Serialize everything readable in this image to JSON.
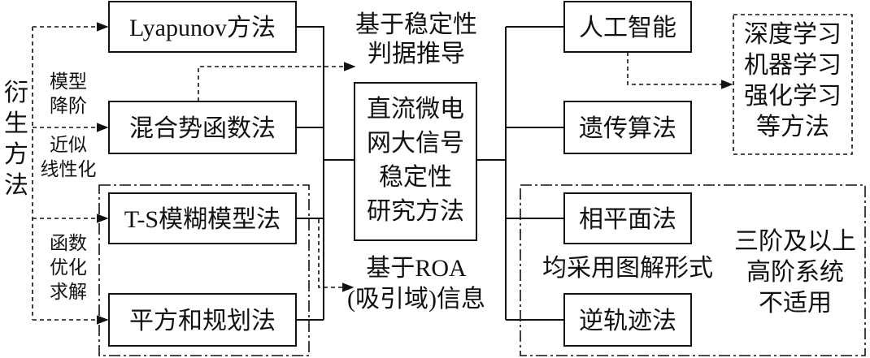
{
  "diagram": {
    "left_label": [
      "衍",
      "生",
      "方",
      "法"
    ],
    "side_notes": {
      "model_reduction": [
        "模型",
        "降阶"
      ],
      "approx_linear": [
        "近似",
        "线性化"
      ],
      "func_opt": [
        "函数",
        "优化",
        "求解"
      ]
    },
    "methods_left": {
      "lyapunov": "Lyapunov方法",
      "mixed_potential": "混合势函数法",
      "ts_fuzzy": "T-S模糊模型法",
      "sos": "平方和规划法"
    },
    "center": {
      "stability_note": [
        "基于稳定性",
        "判据推导"
      ],
      "main_title": [
        "直流微电",
        "网大信号",
        "稳定性",
        "研究方法"
      ],
      "roa_note": [
        "基于ROA",
        "(吸引域)信息"
      ]
    },
    "methods_right": {
      "ai": "人工智能",
      "genetic": "遗传算法",
      "phase_plane": "相平面法",
      "reverse_traj": "逆轨迹法"
    },
    "ai_detail": [
      "深度学习",
      "机器学习",
      "强化学习",
      "等方法"
    ],
    "graphic_note": "均采用图解形式",
    "limit_note": [
      "三阶及以上",
      "高阶系统",
      "不适用"
    ]
  }
}
